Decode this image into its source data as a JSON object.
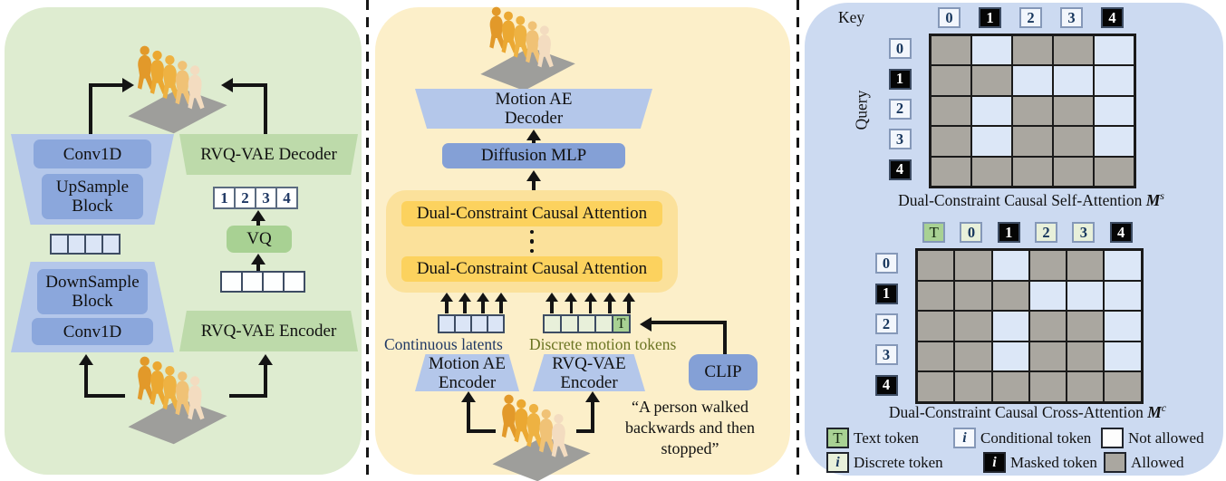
{
  "left_panel": {
    "conv1d_top": "Conv1D",
    "upsample_block": "UpSample Block",
    "rvq_decoder": "RVQ-VAE Decoder",
    "token_row": [
      "1",
      "2",
      "3",
      "4"
    ],
    "vq": "VQ",
    "latent_cells": [
      "continuous",
      "continuous",
      "continuous",
      "continuous"
    ],
    "code_cells": [
      "plain",
      "plain",
      "plain",
      "plain"
    ],
    "downsample_block": "DownSample Block",
    "conv1d_bottom": "Conv1D",
    "rvq_encoder": "RVQ-VAE Encoder"
  },
  "middle_panel": {
    "motion_ae_decoder": [
      "Motion AE",
      "Decoder"
    ],
    "diffusion_mlp": "Diffusion MLP",
    "attention_layer": "Dual-Constraint Causal Attention",
    "continuous_cells": [
      "continuous",
      "continuous",
      "continuous",
      "continuous"
    ],
    "discrete_cells": [
      "discrete",
      "discrete",
      "discrete",
      "discrete",
      "text"
    ],
    "text_token_label": "T",
    "continuous_label": "Continuous latents",
    "discrete_label": "Discrete motion tokens",
    "motion_ae_encoder": [
      "Motion AE",
      "Encoder"
    ],
    "rvq_encoder": [
      "RVQ-VAE",
      "Encoder"
    ],
    "clip": "CLIP",
    "prompt_lines": [
      "“A person walked",
      "backwards and then",
      "stopped”"
    ]
  },
  "right_panel": {
    "key_label": "Key",
    "query_label": "Query",
    "self_attention": {
      "caption": "Dual-Constraint Causal Self-Attention",
      "symbol": "M",
      "superscript": "s",
      "key_tokens": [
        {
          "label": "0",
          "type": "conditional"
        },
        {
          "label": "1",
          "type": "masked"
        },
        {
          "label": "2",
          "type": "conditional"
        },
        {
          "label": "3",
          "type": "conditional"
        },
        {
          "label": "4",
          "type": "masked"
        }
      ],
      "query_tokens": [
        {
          "label": "0",
          "type": "conditional"
        },
        {
          "label": "1",
          "type": "masked"
        },
        {
          "label": "2",
          "type": "conditional"
        },
        {
          "label": "3",
          "type": "conditional"
        },
        {
          "label": "4",
          "type": "masked"
        }
      ],
      "grid": [
        [
          1,
          0,
          1,
          1,
          0
        ],
        [
          1,
          1,
          0,
          0,
          0
        ],
        [
          1,
          0,
          1,
          1,
          0
        ],
        [
          1,
          0,
          1,
          1,
          0
        ],
        [
          1,
          1,
          1,
          1,
          1
        ]
      ]
    },
    "cross_attention": {
      "caption": "Dual-Constraint Causal Cross-Attention",
      "symbol": "M",
      "superscript": "c",
      "key_tokens": [
        {
          "label": "T",
          "type": "text"
        },
        {
          "label": "0",
          "type": "discrete"
        },
        {
          "label": "1",
          "type": "masked"
        },
        {
          "label": "2",
          "type": "discrete"
        },
        {
          "label": "3",
          "type": "discrete"
        },
        {
          "label": "4",
          "type": "masked"
        }
      ],
      "query_tokens": [
        {
          "label": "0",
          "type": "conditional"
        },
        {
          "label": "1",
          "type": "masked"
        },
        {
          "label": "2",
          "type": "conditional"
        },
        {
          "label": "3",
          "type": "conditional"
        },
        {
          "label": "4",
          "type": "masked"
        }
      ],
      "grid": [
        [
          1,
          1,
          0,
          1,
          1,
          0
        ],
        [
          1,
          1,
          1,
          0,
          0,
          0
        ],
        [
          1,
          1,
          0,
          1,
          1,
          0
        ],
        [
          1,
          1,
          0,
          1,
          1,
          0
        ],
        [
          1,
          1,
          1,
          1,
          1,
          1
        ]
      ]
    },
    "legend": [
      {
        "label": "Text token",
        "box": "text",
        "glyph": "T"
      },
      {
        "label": "Conditional token",
        "box": "conditional",
        "glyph": "i"
      },
      {
        "label": "Not allowed",
        "box": "not",
        "glyph": ""
      },
      {
        "label": "Discrete token",
        "box": "discrete",
        "glyph": "i"
      },
      {
        "label": "Masked token",
        "box": "masked",
        "glyph": "i"
      },
      {
        "label": "Allowed",
        "box": "allowed",
        "glyph": ""
      }
    ]
  },
  "colors": {
    "panel_left_bg": "#deecd0",
    "panel_middle_bg": "#fcefc9",
    "panel_right_bg": "#ccdaf1",
    "trapezoid_blue": "#b4c7ea",
    "inner_blue": "#8ba7dc",
    "strong_blue": "#84a0d6",
    "green_trapezoid": "#bddaaa",
    "vq_green": "#a8d193",
    "attention_container": "#fbe19b",
    "attention_box": "#fcd25e",
    "allowed_gray": "#aaa7a0",
    "not_allowed_blue": "#dce7f7",
    "continuous_cell": "#dbe5f6",
    "discrete_cell": "#e8f0da",
    "navy_text": "#1f3864",
    "olive_text": "#6a7422"
  }
}
